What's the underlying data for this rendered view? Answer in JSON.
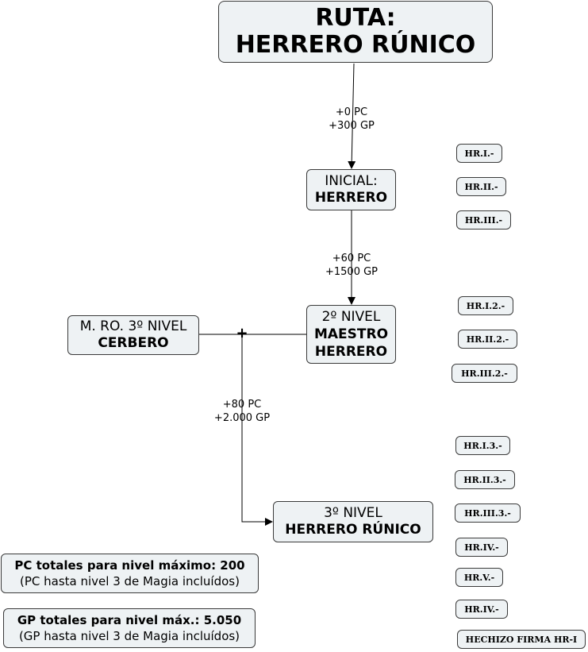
{
  "title": {
    "line1": "RUTA:",
    "line2": "HERRERO RÚNICO"
  },
  "nodes": {
    "inicial": {
      "line1": "INICIAL:",
      "line2": "HERRERO"
    },
    "nivel2": {
      "line1": "2º NIVEL",
      "line2": "MAESTRO",
      "line3": "HERRERO"
    },
    "cerbero": {
      "line1": "M. RO. 3º NIVEL",
      "line2": "CERBERO"
    },
    "nivel3": {
      "line1": "3º NIVEL",
      "line2": "HERRERO RÚNICO"
    }
  },
  "edges": {
    "e1": {
      "pc": "+0 PC",
      "gp": "+300 GP"
    },
    "e2": {
      "pc": "+60 PC",
      "gp": "+1500 GP"
    },
    "e3": {
      "pc": "+80 PC",
      "gp": "+2.000 GP"
    },
    "join_symbol": "+"
  },
  "totals": {
    "pc": {
      "line1": "PC totales para nivel máximo: 200",
      "line2": "(PC hasta nivel 3 de Magia incluídos)"
    },
    "gp": {
      "line1": "GP totales para nivel máx.: 5.050",
      "line2": "(GP hasta nivel 3 de Magia incluídos)"
    }
  },
  "tags": {
    "level1": [
      "HR.I.-",
      "HR.II.-",
      "HR.III.-"
    ],
    "level2": [
      "HR.I.2.-",
      "HR.II.2.-",
      "HR.III.2.-"
    ],
    "level3": [
      "HR.I.3.-",
      "HR.II.3.-",
      "HR.III.3.-",
      "HR.IV.-",
      "HR.V.-",
      "HR.IV.-",
      "HECHIZO FIRMA HR-I"
    ]
  }
}
